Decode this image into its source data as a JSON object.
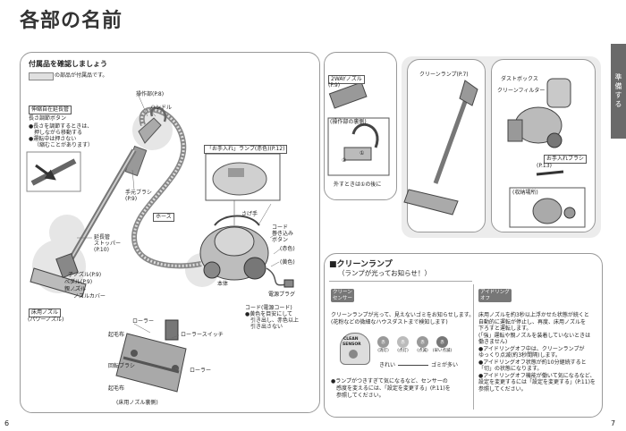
{
  "page_title": "各部の名前",
  "side_tab": "準備する",
  "page_numbers": {
    "left": "6",
    "right": "7"
  },
  "accessories": {
    "heading": "付属品を確認しましょう",
    "legend_text": "の部品が付属品です。"
  },
  "telescopic_pipe": {
    "label": "伸縮自在延長管",
    "adjust_button": "長さ調節ボタン",
    "notes": [
      "●長さを調節するときは、",
      "押しながら移動する",
      "●運転中は押さない",
      "（縮むことがあります）"
    ]
  },
  "parts": {
    "operation": "操作部(P.8)",
    "handle": "ハンドル",
    "hand_brush_line1": "手元ブラシ",
    "hand_brush_line2": "(P.9)",
    "hose": "ホース",
    "extension_stopper_1": "延長管",
    "extension_stopper_2": "ストッパー",
    "extension_stopper_3": "(P.10)",
    "child_nozzle": "子ノズル(P.9)",
    "pedal": "ペダル(P.9)",
    "parent_nozzle": "親ノズル",
    "nozzle_cover": "ノズルカバー",
    "floor_nozzle": "床用ノズル",
    "power_nozzle": "(パワーノズル)",
    "care_lamp": "「お手入れ」ランプ(赤色)(P.12)",
    "grip": "さげ手",
    "cord_button_1": "コード",
    "cord_button_2": "巻き込み",
    "cord_button_3": "ボタン",
    "red": "(赤色)",
    "yellow": "(黄色)",
    "body": "本体",
    "plug": "電源プラグ",
    "cord_1": "コード(電源コード)",
    "cord_2": "●黄色を目安にして",
    "cord_3": "引き出し、赤色以上",
    "cord_4": "引き出さない"
  },
  "underside": {
    "roller_top": "ローラー",
    "roller_switch": "ローラースイッチ",
    "raised_hair": "起毛布",
    "rotating_brush": "回転ブラシ",
    "roller_right": "ローラー",
    "raised_hair_bottom": "起毛布",
    "caption": "(床用ノズル裏側)"
  },
  "two_way_nozzle": {
    "label": "2WAYノズル",
    "page": "(P.9)",
    "operation_back": "(操作部の裏側)",
    "step1": "①",
    "step2": "②",
    "caption": "外すときは①の後に"
  },
  "clean_lamp": {
    "label": "クリーンランプ(P.7)"
  },
  "dust_box": {
    "dust_box": "ダストボックス",
    "clean_filter": "クリーンフィルター",
    "care_brush": "お手入れブラシ",
    "care_brush_page": "(P.13)",
    "storage": "(収納場所)"
  },
  "clean_lamp_section": {
    "heading": "■クリーンランプ",
    "subheading": "（ランプが光ってお知らせ！）",
    "sensor_badge": "クリーン\nセンサー",
    "sensor_text_1": "クリーンランプが光って、見えないゴミをお知らせします。",
    "sensor_text_2": "(花粉などの微細なハウスダストまで検知します)",
    "device_label_1": "CLEAN",
    "device_label_2": "SENSOR",
    "lamps": [
      {
        "color": "#999999",
        "label": "赤",
        "state": "(消灯)"
      },
      {
        "color": "#bbbbbb",
        "label": "赤",
        "state": "(点灯)"
      },
      {
        "color": "#999999",
        "label": "赤",
        "state": "(点滅)"
      },
      {
        "color": "#777777",
        "label": "赤",
        "state": "(早い点滅)"
      }
    ],
    "clean": "きれい",
    "dirty": "ゴミが多い",
    "note_1": "●ランプがつきすぎて気になるなど、センサーの",
    "note_2": "感度を変えるには、「設定を変更する」(P.11)を",
    "note_3": "参照してください。",
    "idling_badge": "アイドリング\nオフ",
    "idling_lines": [
      "床用ノズルを約3秒以上浮かせた状態が続くと",
      "自動的に運転が停止し、再度、床用ノズルを",
      "下ろすと運転します。",
      "(「強」運転や親ノズルを装着していないときは",
      "働きません)",
      "●アイドリングオフ中は、クリーンランプが",
      "ゆっくり点滅(約3秒間隔)します。",
      "●アイドリングオフ状態が約10分継続すると",
      "「切」の状態になります。",
      "●アイドリングオフ機能が働いて気になるなど、",
      "設定を変更するには「設定を変更する」(P.11)を",
      "参照してください。"
    ]
  }
}
